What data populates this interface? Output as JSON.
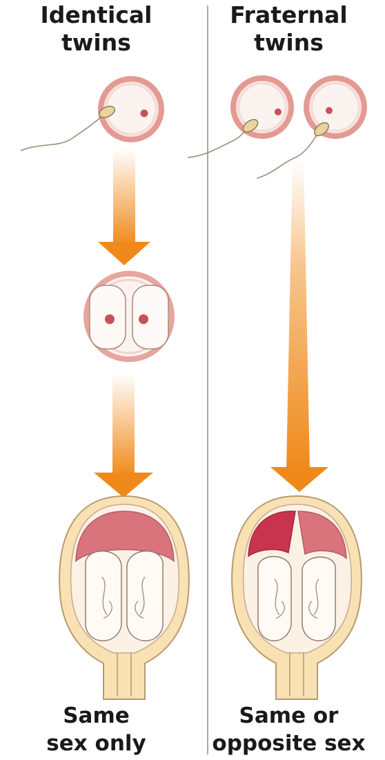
{
  "identical": {
    "title_line1": "Identical",
    "title_line2": "twins",
    "caption_line1": "Same",
    "caption_line2": "sex only"
  },
  "fraternal": {
    "title_line1": "Fraternal",
    "title_line2": "twins",
    "caption_line1": "Same or",
    "caption_line2": "opposite sex"
  },
  "colors": {
    "arrow": "#ef8a1a",
    "egg_rim": "#e8a9a2",
    "nucleus": "#c8505a",
    "placenta": "#d9707a",
    "uterus_wall": "#f7dda2"
  }
}
